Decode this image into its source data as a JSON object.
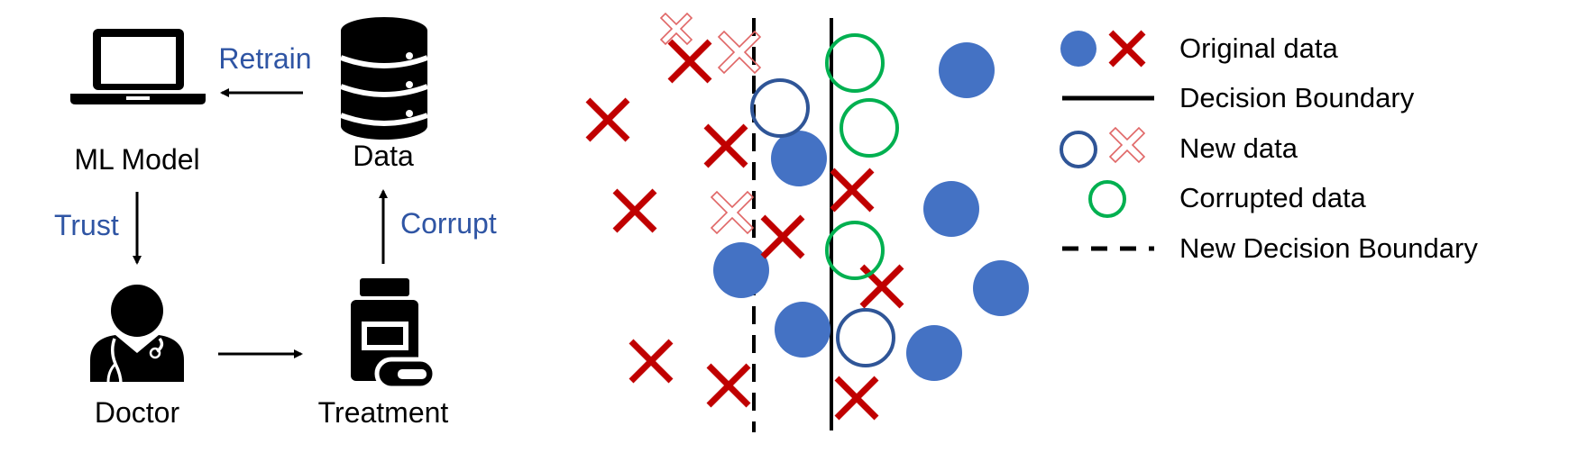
{
  "colors": {
    "original_circle": "#4472C4",
    "original_cross": "#C00000",
    "new_circle": "#2F5597",
    "new_cross": "#E06666",
    "corrupted_circle": "#00B050",
    "edge_label": "#2F55A4",
    "ink": "#000000"
  },
  "pipeline": {
    "nodes": {
      "ml_model": {
        "label": "ML Model",
        "icon": "laptop-icon"
      },
      "data": {
        "label": "Data",
        "icon": "database-icon"
      },
      "doctor": {
        "label": "Doctor",
        "icon": "doctor-icon"
      },
      "treatment": {
        "label": "Treatment",
        "icon": "medicine-bottle-icon"
      }
    },
    "edges": {
      "retrain": "Retrain",
      "trust": "Trust",
      "corrupt": "Corrupt"
    }
  },
  "legend": {
    "original": "Original data",
    "boundary": "Decision Boundary",
    "new": "New data",
    "corrupted": "Corrupted data",
    "new_boundary": "New Decision Boundary"
  }
}
